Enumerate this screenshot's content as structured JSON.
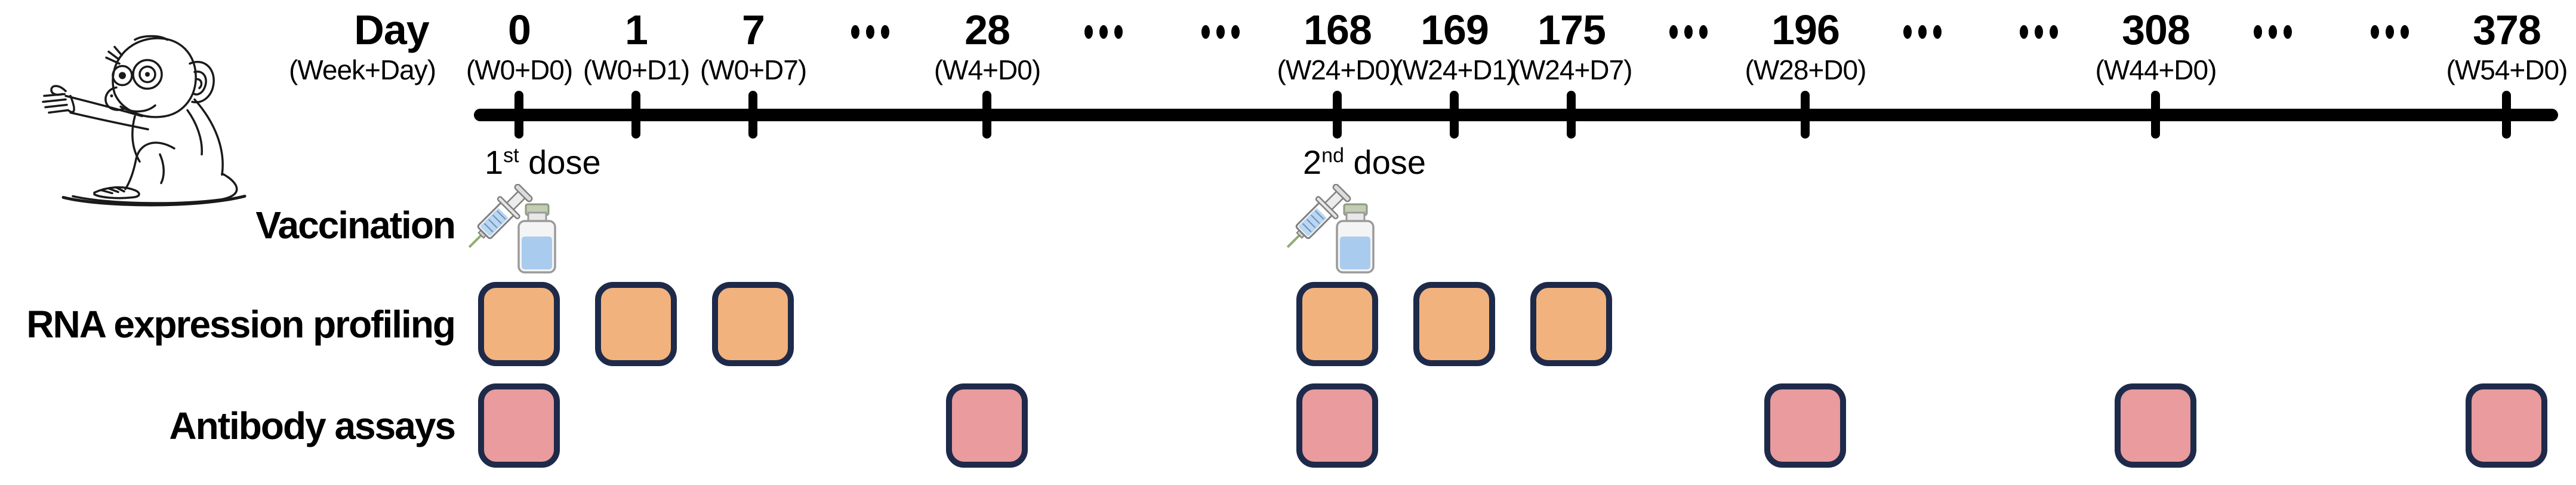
{
  "header": {
    "day_title": "Day",
    "week_day_subtitle": "(Week+Day)"
  },
  "timeline": {
    "slots": [
      {
        "type": "tick",
        "day": "0",
        "week_day": "(W0+D0)"
      },
      {
        "type": "tick",
        "day": "1",
        "week_day": "(W0+D1)"
      },
      {
        "type": "tick",
        "day": "7",
        "week_day": "(W0+D7)"
      },
      {
        "type": "dots",
        "symbol": "•••"
      },
      {
        "type": "tick",
        "day": "28",
        "week_day": "(W4+D0)"
      },
      {
        "type": "dots",
        "symbol": "•••"
      },
      {
        "type": "dots",
        "symbol": "•••"
      },
      {
        "type": "tick",
        "day": "168",
        "week_day": "(W24+D0)"
      },
      {
        "type": "tick",
        "day": "169",
        "week_day": "(W24+D1)"
      },
      {
        "type": "tick",
        "day": "175",
        "week_day": "(W24+D7)"
      },
      {
        "type": "dots",
        "symbol": "•••"
      },
      {
        "type": "tick",
        "day": "196",
        "week_day": "(W28+D0)"
      },
      {
        "type": "dots",
        "symbol": "•••"
      },
      {
        "type": "dots",
        "symbol": "•••"
      },
      {
        "type": "tick",
        "day": "308",
        "week_day": "(W44+D0)"
      },
      {
        "type": "dots",
        "symbol": "•••"
      },
      {
        "type": "dots",
        "symbol": "•••"
      },
      {
        "type": "tick",
        "day": "378",
        "week_day": "(W54+D0)"
      }
    ]
  },
  "doses": [
    {
      "number": "1",
      "ordinal": "st",
      "text": " dose"
    },
    {
      "number": "2",
      "ordinal": "nd",
      "text": " dose"
    }
  ],
  "rows": {
    "vaccination": {
      "label": "Vaccination",
      "dose_days": [
        "0",
        "168"
      ]
    },
    "rna": {
      "label": "RNA expression profiling",
      "sample_days": [
        "0",
        "1",
        "7",
        "168",
        "169",
        "175"
      ]
    },
    "antibody": {
      "label": "Antibody assays",
      "sample_days": [
        "0",
        "28",
        "168",
        "196",
        "308",
        "378"
      ]
    }
  },
  "icons": {
    "monkey": "monkey-line-drawing",
    "dose": "syringe-and-vial"
  },
  "colors": {
    "rna_box": "#F2B27D",
    "antibody_box": "#E99B9D",
    "box_border": "#1E2A4A",
    "timeline": "#000000",
    "vial_liquid": "#A9CCEE",
    "vial_cap": "#C2CDB4"
  }
}
